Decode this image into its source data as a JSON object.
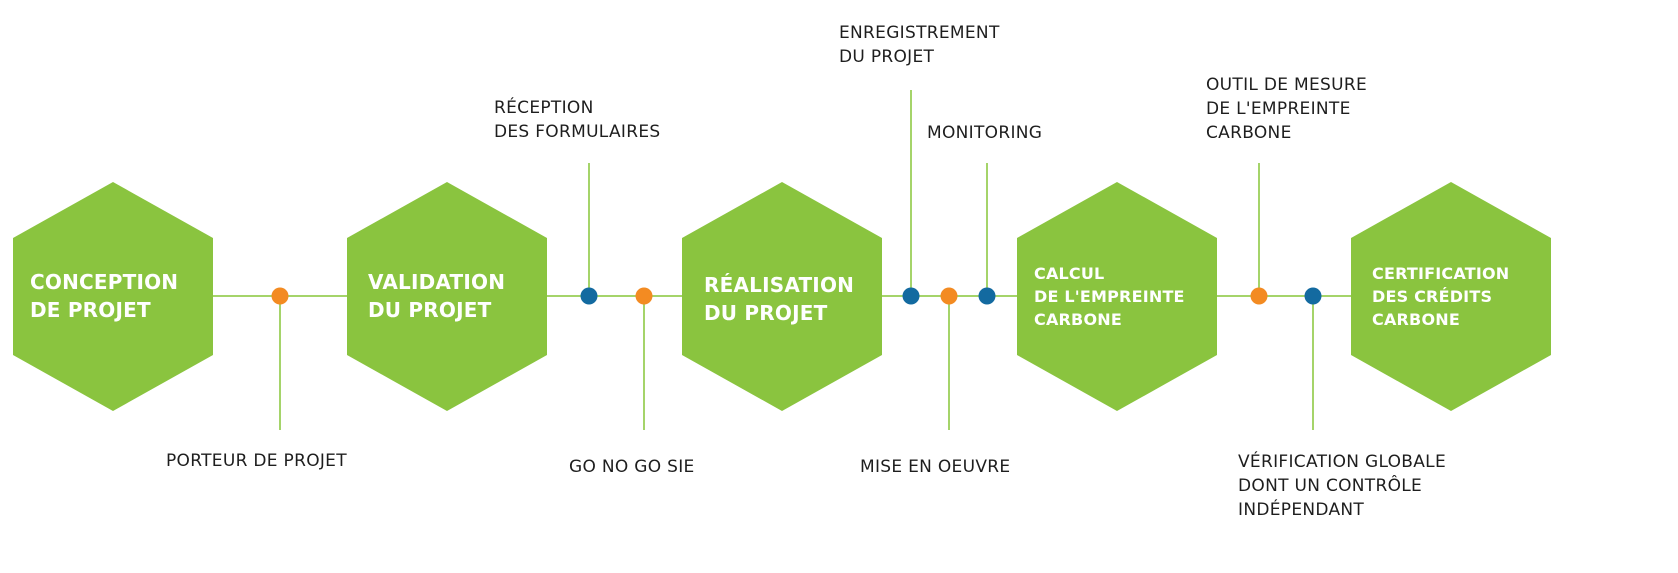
{
  "colors": {
    "hexagon": "#8ac43f",
    "line": "#a5d46a",
    "dot_orange": "#f38b22",
    "dot_blue": "#136aa0",
    "text_dark": "#1e1e1e",
    "text_light": "#ffffff"
  },
  "stages": [
    {
      "id": "conception",
      "label": "CONCEPTION\nDE PROJET"
    },
    {
      "id": "validation",
      "label": "VALIDATION\nDU PROJET"
    },
    {
      "id": "realisation",
      "label": "RÉALISATION\nDU PROJET"
    },
    {
      "id": "calcul",
      "label": "CALCUL\nDE L'EMPREINTE\nCARBONE"
    },
    {
      "id": "certification",
      "label": "CERTIFICATION\nDES CRÉDITS\nCARBONE"
    }
  ],
  "milestones": [
    {
      "id": "porteur",
      "color": "orange",
      "side": "below",
      "label": "PORTEUR DE PROJET"
    },
    {
      "id": "reception",
      "color": "blue",
      "side": "above",
      "label": "RÉCEPTION\nDES FORMULAIRES"
    },
    {
      "id": "gonogo",
      "color": "orange",
      "side": "below",
      "label": "GO NO GO SIE"
    },
    {
      "id": "enregistrement",
      "color": "blue",
      "side": "above",
      "label": "ENREGISTREMENT\nDU PROJET"
    },
    {
      "id": "mise-en-oeuvre",
      "color": "orange",
      "side": "below",
      "label": "MISE EN OEUVRE"
    },
    {
      "id": "monitoring",
      "color": "blue",
      "side": "above",
      "label": "MONITORING"
    },
    {
      "id": "outil",
      "color": "orange",
      "side": "above",
      "label": "OUTIL DE MESURE\nDE L'EMPREINTE\nCARBONE"
    },
    {
      "id": "verification",
      "color": "blue",
      "side": "below",
      "label": "VÉRIFICATION GLOBALE\nDONT UN CONTRÔLE\nINDÉPENDANT"
    }
  ]
}
